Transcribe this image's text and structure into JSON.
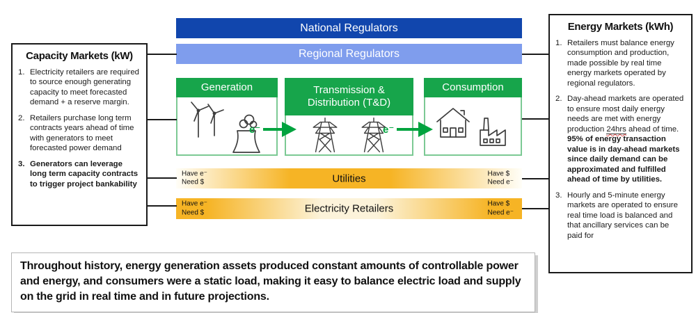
{
  "colors": {
    "national_bar_blue": "#1146AD",
    "regional_bar_blue": "#7F9DED",
    "green_header": "#17A54B",
    "green_border": "#7CC994",
    "arrow_green": "#00A33E",
    "gold": "#F6B425",
    "line_black": "#1A1A1A"
  },
  "left_panel": {
    "title": "Capacity Markets (kW)",
    "items": [
      {
        "num": "1.",
        "text": "Electricity retailers are required to source enough generating capacity to meet forecasted demand + a reserve margin."
      },
      {
        "num": "2.",
        "text": "Retailers purchase long term contracts years ahead of time with generators to meet forecasted power demand"
      },
      {
        "num": "3.",
        "text": "Generators can leverage long term capacity contracts to trigger project bankability"
      }
    ]
  },
  "right_panel": {
    "title": "Energy Markets (kWh)",
    "items": [
      {
        "num": "1.",
        "text": "Retailers must balance energy consumption and production, made possible by real time energy markets operated by regional regulators."
      },
      {
        "num": "2.",
        "text_before": "Day-ahead markets are operated to ensure most daily energy needs are met with energy production ",
        "underlined": "24hrs",
        "text_mid": " ahead of time. ",
        "text_bold": "95% of energy transaction value is in day-ahead markets since daily demand can be approximated and fulfilled ahead of time by utilities."
      },
      {
        "num": "3.",
        "text": "Hourly and 5-minute energy markets are operated to ensure real time load is balanced and that ancillary services can be paid for"
      }
    ]
  },
  "regulators": {
    "national": "National Regulators",
    "regional": "Regional Regulators"
  },
  "chain": {
    "generation": {
      "title": "Generation",
      "icons": [
        "wind-turbine-icon",
        "power-plant-icon"
      ]
    },
    "transmission": {
      "title_line1": "Transmission &",
      "title_line2": "Distribution (T&D)",
      "icons": [
        "transmission-tower-icon",
        "transmission-tower-icon"
      ]
    },
    "consumption": {
      "title": "Consumption",
      "icons": [
        "house-icon",
        "factory-icon"
      ]
    },
    "electron_label": "e⁻"
  },
  "bars": {
    "utilities": {
      "label": "Utilities",
      "left_top": "Have e⁻",
      "left_bottom": "Need $",
      "right_top": "Have $",
      "right_bottom": "Need e⁻"
    },
    "retailers": {
      "label": "Electricity Retailers",
      "left_top": "Have e⁻",
      "left_bottom": "Need $",
      "right_top": "Have $",
      "right_bottom": "Need e⁻"
    }
  },
  "footnote": "Throughout history, energy generation assets produced constant amounts of controllable power and energy, and consumers were a static load, making it easy to balance electric load and supply on the grid in real time and in future projections."
}
